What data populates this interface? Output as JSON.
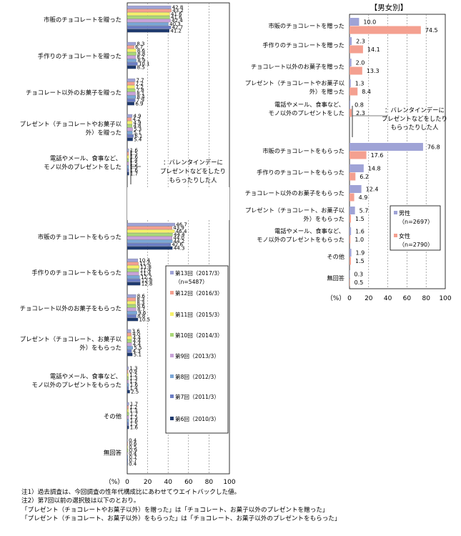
{
  "colors": {
    "s13": "#9fa3d6",
    "s12": "#f4a090",
    "s11": "#f6f06a",
    "s10": "#a9d878",
    "s9": "#c8a2d8",
    "s8": "#7aa6d6",
    "s7": "#6b7dc4",
    "s6": "#1f3a6e",
    "male": "#9fa3d6",
    "female": "#f4a090"
  },
  "chart_data": [
    {
      "type": "bar",
      "orientation": "horizontal",
      "xlim": [
        0,
        100
      ],
      "xticks": [
        "0",
        "20",
        "40",
        "60",
        "80",
        "100"
      ],
      "unit_label": "（%）",
      "annotation": "：バレンタインデーに\nプレゼントなどをしたり\nもらったりした人",
      "legend": {
        "entries": [
          "第13回（2017/3）\n（n=5487）",
          "第12回（2016/3）",
          "第11回（2015/3）",
          "第10回（2014/3）",
          "第9回（2013/3）",
          "第8回（2012/3）",
          "第7回（2011/3）",
          "第6回（2010/3）"
        ]
      },
      "series_names": [
        "第13回（2017/3）",
        "第12回（2016/3）",
        "第11回（2015/3）",
        "第10回（2014/3）",
        "第9回（2013/3）",
        "第8回（2012/3）",
        "第7回（2011/3）",
        "第6回（2010/3）"
      ],
      "categories": [
        "市販のチョコレートを贈った",
        "手作りのチョコレートを贈った",
        "チョコレート以外のお菓子を贈った",
        "プレゼント（チョコレートやお菓子以\n外）を贈った",
        "電話やメール、食事など、\nモノ以外のプレゼントをした",
        "市販のチョコレートをもらった",
        "手作りのチョコレートをもらった",
        "チョコレート以外のお菓子をもらった",
        "プレゼント（チョコレート、お菓子以\n外）をもらった",
        "電話やメール、食事など、\nモノ以外のプレゼントをもらった",
        "その他",
        "無回答"
      ],
      "values": [
        [
          42.8,
          43.2,
          41.6,
          41.6,
          42.4,
          40.3,
          42.7,
          41.2
        ],
        [
          8.3,
          6.7,
          8.6,
          8.8,
          8.2,
          8.9,
          10.1,
          8.5
        ],
        [
          7.7,
          7.2,
          7.2,
          7.8,
          8.1,
          8.4,
          7.9,
          6.9
        ],
        [
          4.9,
          4.2,
          4.9,
          4.8,
          5.3,
          5.1,
          6.1,
          5.4
        ],
        [
          1.6,
          1.5,
          1.6,
          1.4,
          1.5,
          1.5,
          1.6,
          1.7
        ],
        [
          46.7,
          43.9,
          46.4,
          44.4,
          44.0,
          44.2,
          42.6,
          44.3
        ],
        [
          10.4,
          11.0,
          11.8,
          11.4,
          11.4,
          12.2,
          12.8,
          12.8
        ],
        [
          8.6,
          8.3,
          8.3,
          8.6,
          8.7,
          9.6,
          8.8,
          10.5
        ],
        [
          3.6,
          4.0,
          4.4,
          4.4,
          4.4,
          5.5,
          4.3,
          5.1
        ],
        [
          1.3,
          0.9,
          1.2,
          1.3,
          1.2,
          1.6,
          1.4,
          2.5
        ],
        [
          1.7,
          1.2,
          1.3,
          1.7,
          1.5,
          1.6,
          1.5,
          1.6
        ],
        [
          0.4,
          0.6,
          0.5,
          0.9,
          0.4,
          0.7,
          0.7,
          0.4
        ]
      ]
    },
    {
      "type": "bar",
      "orientation": "horizontal",
      "title": "【男女別】",
      "xlim": [
        0,
        100
      ],
      "xticks": [
        "0",
        "20",
        "40",
        "60",
        "80",
        "100"
      ],
      "unit_label": "（%）",
      "annotation": "：バレンタインデーに\nプレゼントなどをしたり\nもらったりした人",
      "legend": {
        "entries": [
          "男性\n（n=2697）",
          "女性\n（n=2790）"
        ]
      },
      "categories": [
        "市販のチョコレートを贈った",
        "手作りのチョコレートを贈った",
        "チョコレート以外のお菓子を贈った",
        "プレゼント（チョコレートやお菓子以\n外）を贈った",
        "電話やメール、食事など、\nモノ以外のプレゼントをした",
        "市販のチョコレートをもらった",
        "手作りのチョコレートをもらった",
        "チョコレート以外のお菓子をもらった",
        "プレゼント（チョコレート、お菓子以\n外）をもらった",
        "電話やメール、食事など、\nモノ以外のプレゼントをもらった",
        "その他",
        "無回答"
      ],
      "series": [
        {
          "name": "男性",
          "values": [
            10.0,
            2.3,
            2.0,
            1.3,
            0.8,
            76.8,
            14.8,
            12.4,
            5.7,
            1.6,
            1.9,
            0.3
          ]
        },
        {
          "name": "女性",
          "values": [
            74.5,
            14.1,
            13.3,
            8.4,
            2.3,
            17.6,
            6.2,
            4.9,
            1.5,
            1.0,
            1.5,
            0.5
          ]
        }
      ]
    }
  ],
  "notes": [
    "注1）過去調査は、今回調査の性年代構成比にあわせてウエイトバックした値。",
    "注2）第7回以前の選択肢は以下のとおり。",
    "「プレゼント（チョコレートやお菓子以外）を贈った」は「チョコレート、お菓子以外のプレゼントを贈った」",
    "「プレゼント（チョコレート、お菓子以外）をもらった」は「チョコレート、お菓子以外のプレゼントをもらった」"
  ]
}
